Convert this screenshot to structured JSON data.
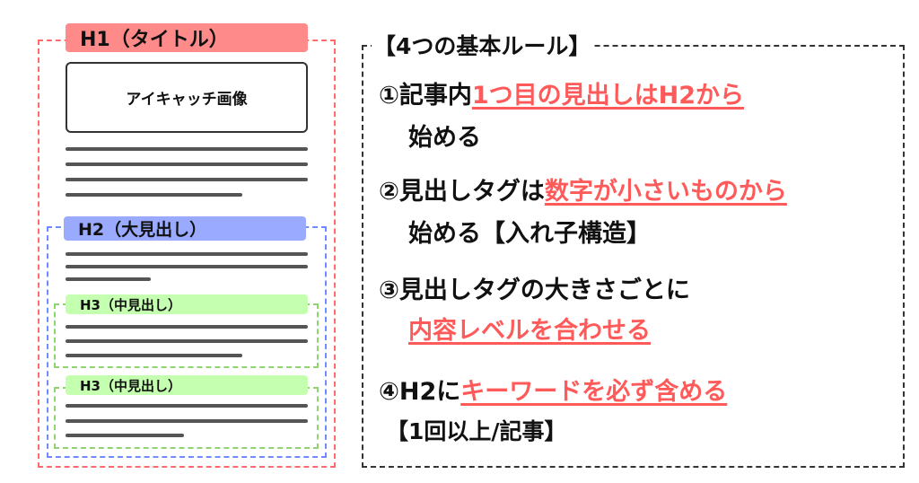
{
  "left": {
    "h1_label": "H1（タイトル）",
    "eyecatch_label": "アイキャッチ画像",
    "h2_label": "H2（大見出し）",
    "h3_labels": [
      "H3（中見出し）",
      "H3（中見出し）"
    ]
  },
  "right": {
    "title": "【4つの基本ルール】",
    "rules": [
      {
        "prefix": "①記事内",
        "highlight": "1つ目の見出しはH2から",
        "cont": "始める"
      },
      {
        "prefix": "②見出しタグは",
        "highlight": "数字が小さいものから",
        "cont": "始める【入れ子構造】"
      },
      {
        "prefix": "③見出しタグの大きさごとに",
        "highlight": "内容レベルを合わせる"
      },
      {
        "prefix": "④H2に",
        "highlight": "キーワードを必ず含める",
        "cont": "【1回以上/記事】"
      }
    ]
  },
  "colors": {
    "h1": "#ff8a8a",
    "h2": "#9aaaff",
    "h3": "#c5ffb0",
    "highlight": "#ff5a5a"
  }
}
